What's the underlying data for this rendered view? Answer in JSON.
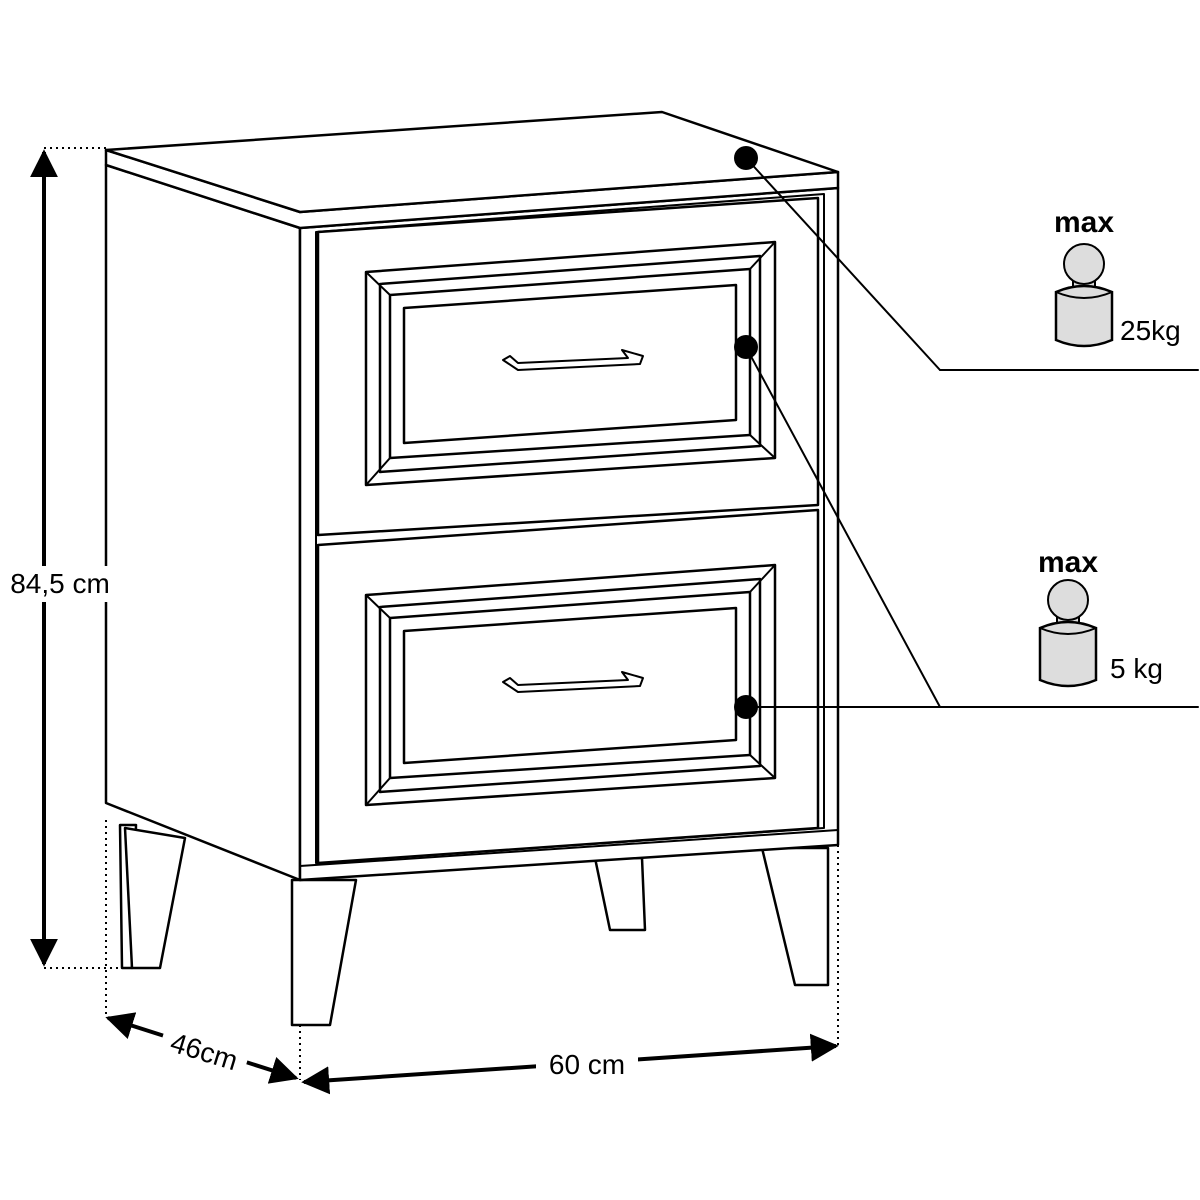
{
  "dimensions": {
    "height": "84,5 cm",
    "depth": "46cm",
    "width": "60 cm"
  },
  "load_limits": [
    {
      "prefix": "max",
      "value": "25kg"
    },
    {
      "prefix": "max",
      "value": "5 kg"
    }
  ],
  "icons": [
    "weight-icon",
    "weight-icon"
  ]
}
